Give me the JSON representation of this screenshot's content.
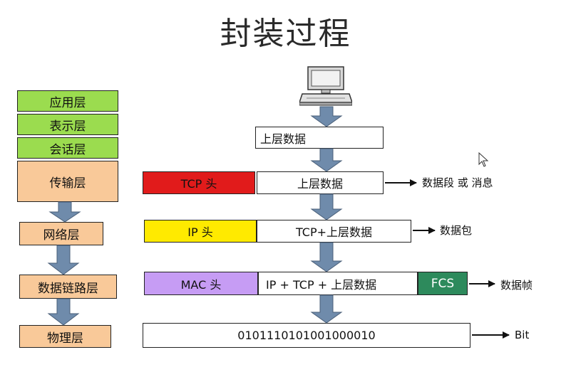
{
  "title": "封装过程",
  "icons": {
    "computer": "computer-icon",
    "cursor": "mouse-cursor-icon"
  },
  "colors": {
    "upper_layers": "#9bdc4f",
    "lower_layers": "#f9c999",
    "tcp_header": "#e11b1b",
    "ip_header": "#ffea00",
    "mac_header": "#c69cf4",
    "fcs": "#2d8a5c",
    "arrow": "#6f8bab"
  },
  "layers": {
    "application": "应用层",
    "presentation": "表示层",
    "session": "会话层",
    "transport": "传输层",
    "network": "网络层",
    "data_link": "数据链路层",
    "physical": "物理层"
  },
  "encapsulation": {
    "upper_data": "上层数据",
    "tcp_header": "TCP 头",
    "tcp_data": "上层数据",
    "ip_header": "IP 头",
    "ip_data": "TCP+上层数据",
    "mac_header": "MAC 头",
    "frame_data": "IP + TCP + 上层数据",
    "fcs": "FCS",
    "bits": "0101110101001000010"
  },
  "annotations": {
    "segment": "数据段 或 消息",
    "packet": "数据包",
    "frame": "数据帧",
    "bit": "Bit"
  }
}
